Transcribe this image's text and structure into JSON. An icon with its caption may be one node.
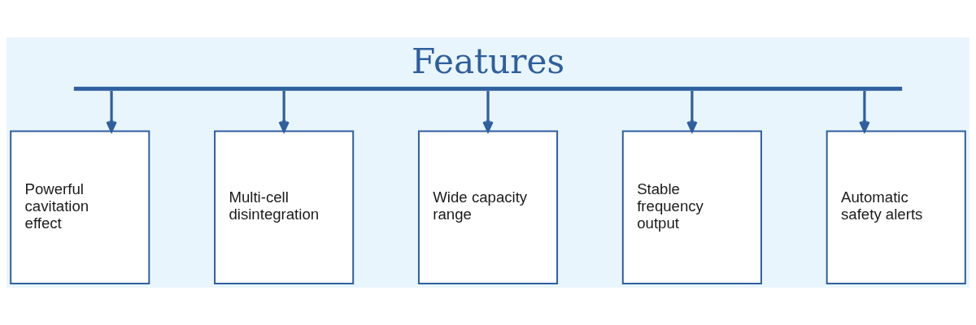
{
  "diagram": {
    "title": "Features",
    "nodes": [
      {
        "text": [],
        "shape": "bar"
      },
      {
        "text": [
          "Powerful cavitation effect"
        ]
      },
      {
        "text": [
          "Multi-cell disintegration"
        ]
      },
      {
        "text": [
          "Wide capacity range"
        ]
      },
      {
        "text": [
          "Stable frequency output"
        ]
      },
      {
        "text": [
          "Automatic safety alerts"
        ]
      }
    ],
    "edges": [
      {
        "from": 0,
        "to": 1,
        "arrow": "to"
      },
      {
        "from": 0,
        "to": 2,
        "arrow": "to"
      },
      {
        "from": 0,
        "to": 3,
        "arrow": "to"
      },
      {
        "from": 0,
        "to": 4,
        "arrow": "to"
      },
      {
        "from": 0,
        "to": 5,
        "arrow": "to"
      }
    ]
  }
}
